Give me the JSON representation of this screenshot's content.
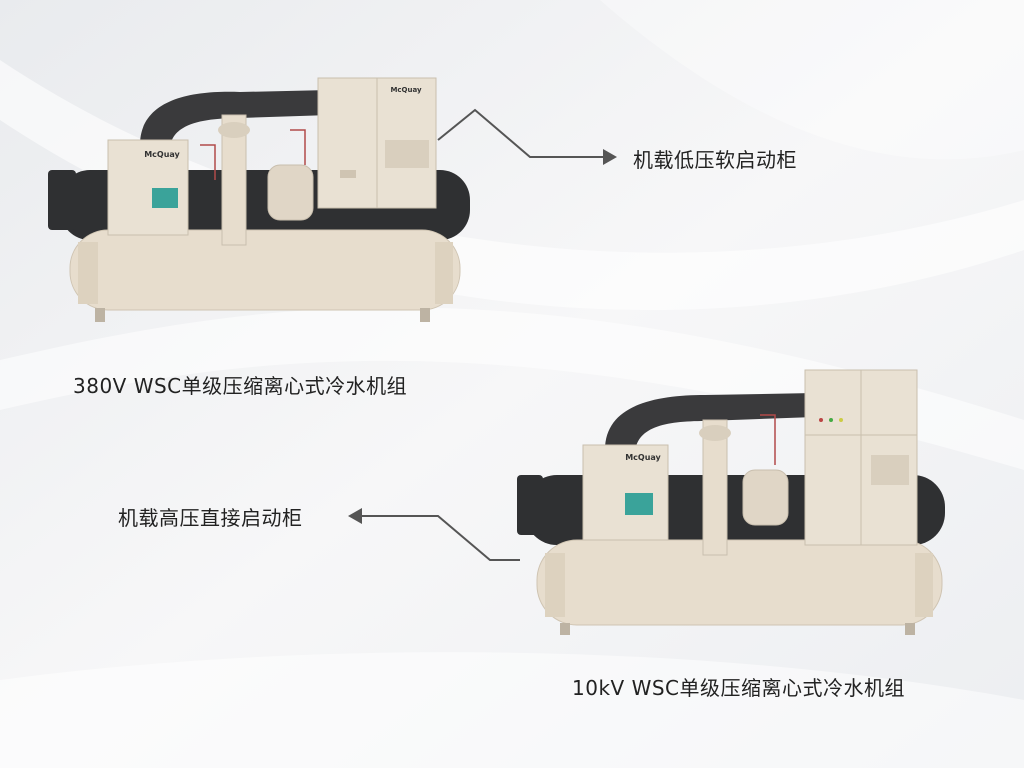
{
  "products": [
    {
      "caption": "380V WSC单级压缩离心式冷水机组",
      "callout": "机载低压软启动柜",
      "brand": "McQuay"
    },
    {
      "caption": "10kV WSC单级压缩离心式冷水机组",
      "callout": "机载高压直接启动柜",
      "brand": "McQuay"
    }
  ],
  "colors": {
    "shell": "#e7ddcd",
    "pipe": "#3a3a3c",
    "arrow": "#555555"
  },
  "icons": [
    "arrow-right-icon",
    "arrow-left-icon"
  ]
}
